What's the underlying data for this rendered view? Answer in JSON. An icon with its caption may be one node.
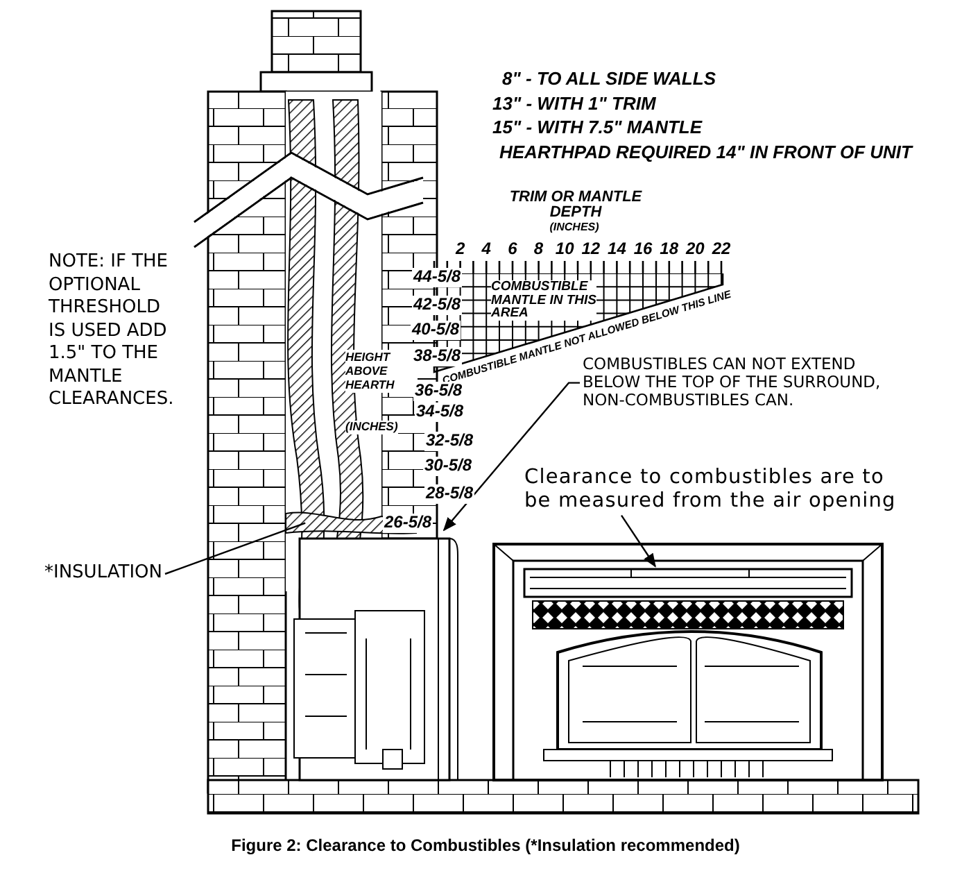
{
  "diagram": {
    "caption": "Figure 2: Clearance to Combustibles (*Insulation recommended)",
    "nodes": [
      {
        "text": [
          "COMBUSTIBLES CAN NOT EXTEND BELOW THE TOP OF THE SURROUND, NON-COMBUSTIBLES CAN."
        ]
      },
      {
        "text": [],
        "shape": "picture"
      },
      {
        "text": [
          "Clearance to combustibles are to be measured from the air opening"
        ]
      },
      {
        "text": [],
        "shape": "picture"
      },
      {
        "text": [
          "*INSULATION"
        ]
      },
      {
        "text": [],
        "shape": "picture"
      }
    ],
    "edges": [
      {
        "from": 0,
        "to": 1,
        "arrow": "to"
      },
      {
        "from": 2,
        "to": 3,
        "arrow": "to"
      },
      {
        "from": 4,
        "to": 5,
        "arrow": "none"
      }
    ],
    "labels": [
      "8\" - TO ALL SIDE WALLS",
      "13\" - WITH 1\" TRIM",
      "15\" - WITH 7.5\" MANTLE",
      "HEARTHPAD REQUIRED 14\" IN FRONT OF UNIT",
      "TRIM OR MANTLE DEPTH",
      "(INCHES)",
      "2",
      "4",
      "6",
      "8",
      "10",
      "12",
      "14",
      "16",
      "18",
      "20",
      "22",
      "NOTE: IF THE OPTIONAL THRESHOLD IS USED ADD 1.5\" TO THE MANTLE CLEARANCES.",
      "44-5/8",
      "COMBUSTIBLE MANTLE IN THIS AREA",
      "42-5/8",
      "40-5/8",
      "HEIGHT ABOVE HEARTH",
      "38-5/8",
      "COMBUSTIBLE MANTLE NOT ALLOWED BELOW THIS LINE",
      "36-5/8",
      "34-5/8",
      "(INCHES)",
      "32-5/8",
      "30-5/8",
      "28-5/8",
      "26-5/8"
    ]
  }
}
